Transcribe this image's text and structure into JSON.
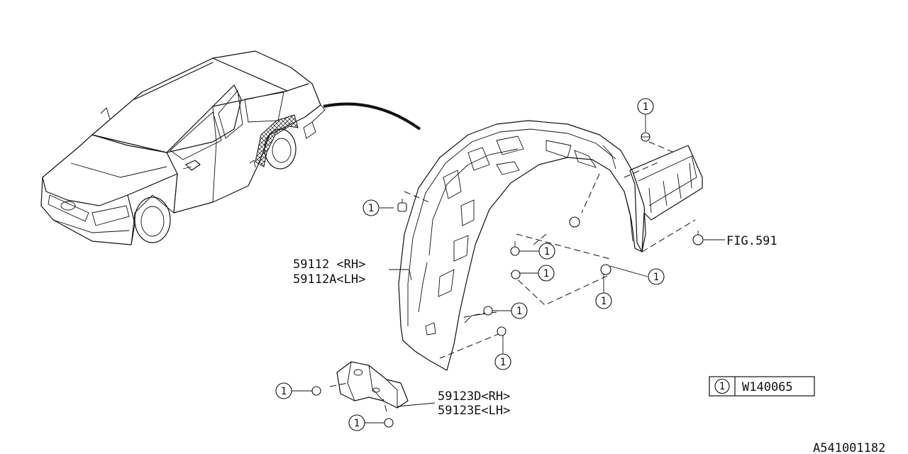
{
  "diagram": {
    "parts": {
      "liner": {
        "number_rh": "59112 <RH>",
        "number_lh": "59112A<LH>"
      },
      "bracket": {
        "number_rh": "59123D<RH>",
        "number_lh": "59123E<LH>"
      }
    },
    "reference": "FIG.591",
    "callout_number": "1",
    "legend": {
      "key": "1",
      "part_number": "W140065"
    },
    "drawing_id": "A541001182"
  }
}
